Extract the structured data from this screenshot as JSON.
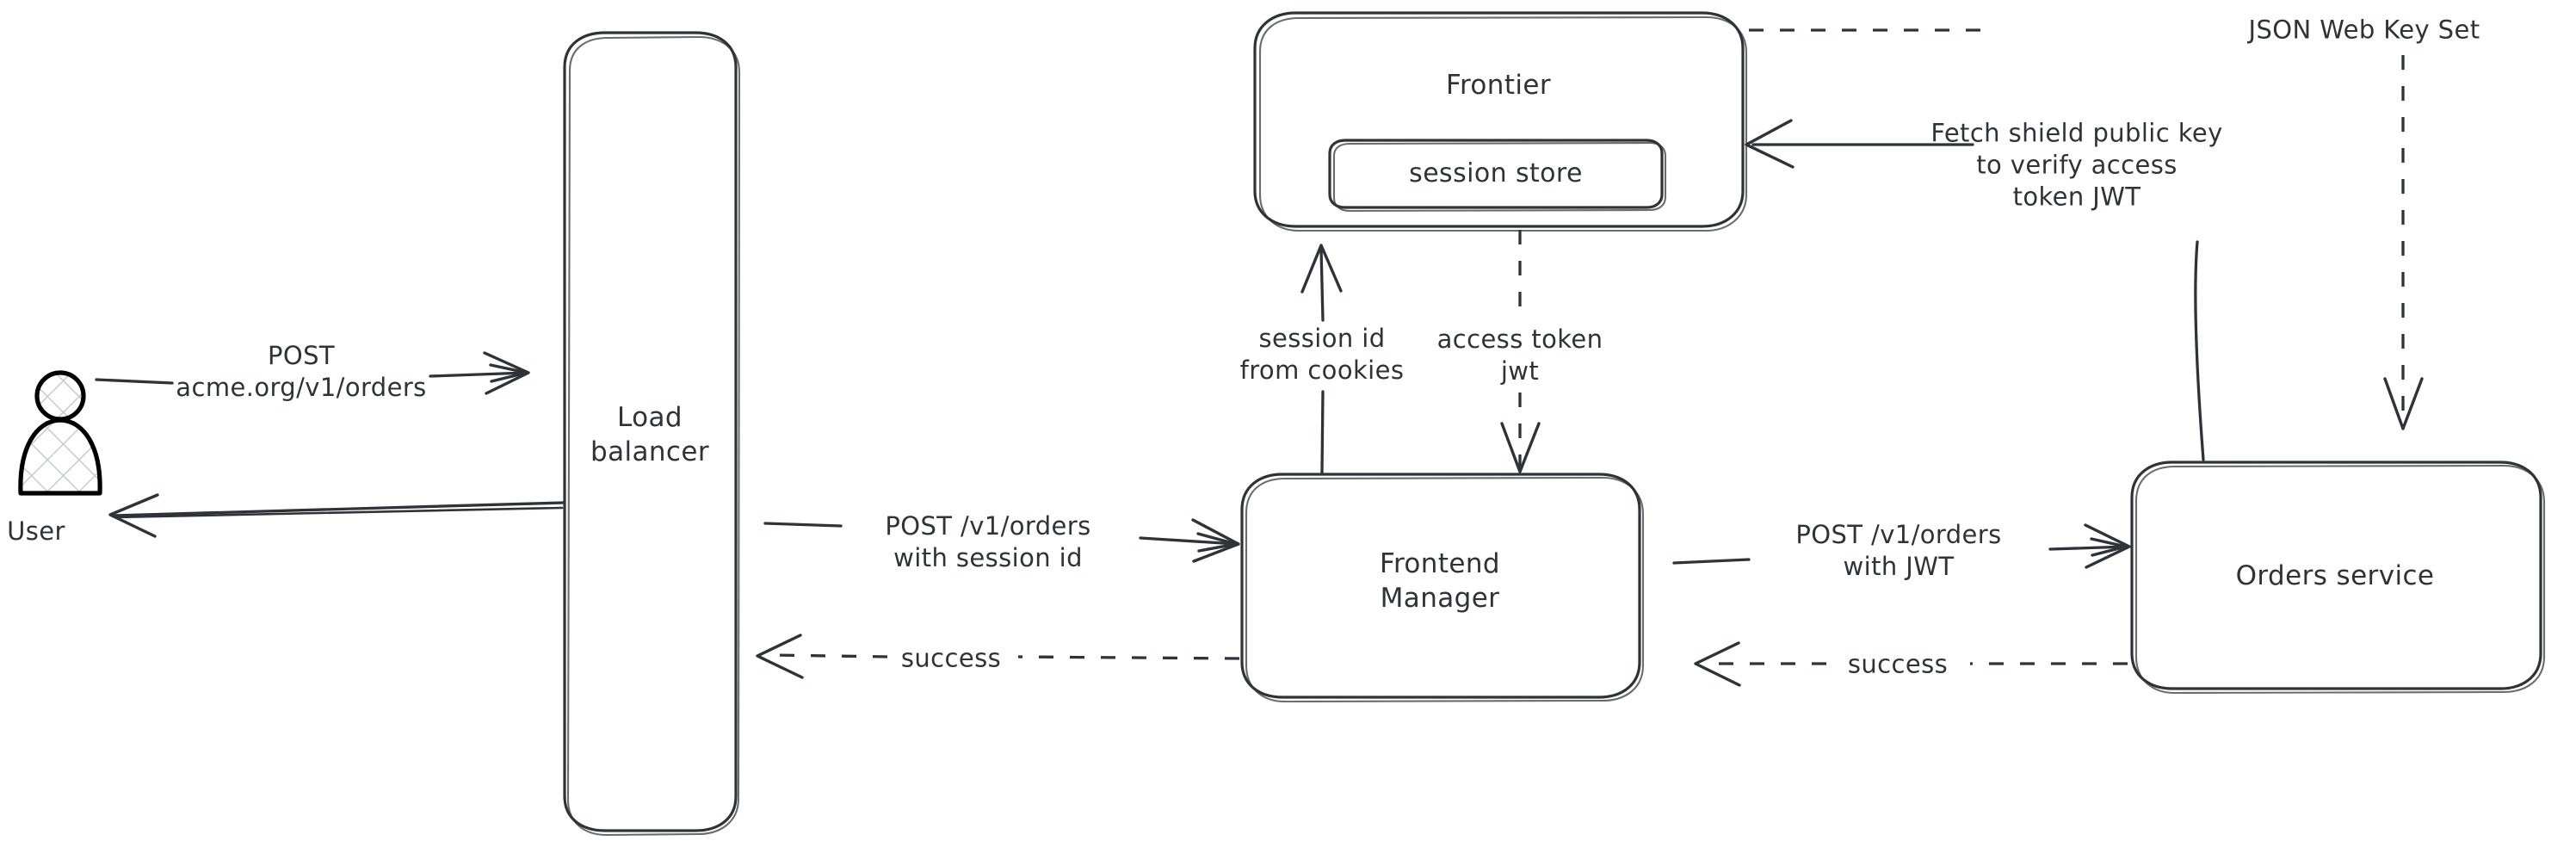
{
  "diagram": {
    "title": "Auth token flow architecture",
    "background_color": "#ffffff",
    "stroke_color": "#2f3337",
    "actor_stroke_color": "#000000",
    "nodes": [
      {
        "id": "user",
        "label": "User",
        "shape": "actor"
      },
      {
        "id": "load_balancer",
        "label": "Load\nbalancer",
        "shape": "rounded-rect-tall"
      },
      {
        "id": "frontier",
        "label": "Frontier",
        "shape": "rounded-rect"
      },
      {
        "id": "session_store",
        "label": "session store",
        "shape": "rounded-rect-inner"
      },
      {
        "id": "frontend_manager",
        "label": "Frontend\nManager",
        "shape": "rounded-rect"
      },
      {
        "id": "orders_service",
        "label": "Orders service",
        "shape": "rounded-rect"
      }
    ],
    "edges": [
      {
        "id": "user-to-lb",
        "from": "user",
        "to": "load_balancer",
        "label": "POST\nacme.org/v1/orders",
        "style": "solid",
        "direction": "right"
      },
      {
        "id": "lb-to-user",
        "from": "load_balancer",
        "to": "user",
        "label": "",
        "style": "solid",
        "direction": "left"
      },
      {
        "id": "lb-to-fm",
        "from": "load_balancer",
        "to": "frontend_manager",
        "label": "POST /v1/orders\nwith session id",
        "style": "solid",
        "direction": "right"
      },
      {
        "id": "fm-to-lb",
        "from": "frontend_manager",
        "to": "load_balancer",
        "label": "success",
        "style": "dashed",
        "direction": "left"
      },
      {
        "id": "fm-to-frontier",
        "from": "frontend_manager",
        "to": "frontier",
        "label": "session id\nfrom cookies",
        "style": "solid",
        "direction": "up"
      },
      {
        "id": "frontier-to-fm",
        "from": "frontier",
        "to": "frontend_manager",
        "label": "access token\njwt",
        "style": "dashed",
        "direction": "down"
      },
      {
        "id": "fm-to-orders",
        "from": "frontend_manager",
        "to": "orders_service",
        "label": "POST /v1/orders\nwith JWT",
        "style": "solid",
        "direction": "right"
      },
      {
        "id": "orders-to-fm",
        "from": "orders_service",
        "to": "frontend_manager",
        "label": "success",
        "style": "dashed",
        "direction": "left"
      },
      {
        "id": "orders-to-frontier",
        "from": "orders_service",
        "to": "frontier",
        "label": "Fetch shield public key\nto verify access\ntoken JWT",
        "style": "solid",
        "direction": "left"
      },
      {
        "id": "frontier-to-orders",
        "from": "frontier",
        "to": "orders_service",
        "label": "JSON Web Key Set",
        "style": "dashed",
        "direction": "down"
      }
    ]
  },
  "labels": {
    "user": "User",
    "load_balancer": "Load\nbalancer",
    "frontier": "Frontier",
    "session_store": "session store",
    "frontend_manager": "Frontend\nManager",
    "orders_service": "Orders service",
    "post_acme_orders": "POST\nacme.org/v1/orders",
    "post_v1_orders_session": "POST /v1/orders\nwith session id",
    "success_fm_lb": "success",
    "session_id_cookies": "session id\nfrom cookies",
    "access_token_jwt": "access token\njwt",
    "post_v1_orders_jwt": "POST /v1/orders\nwith JWT",
    "success_orders_fm": "success",
    "fetch_shield_key": "Fetch shield public key\nto verify access\ntoken JWT",
    "json_web_key_set": "JSON Web Key Set"
  }
}
